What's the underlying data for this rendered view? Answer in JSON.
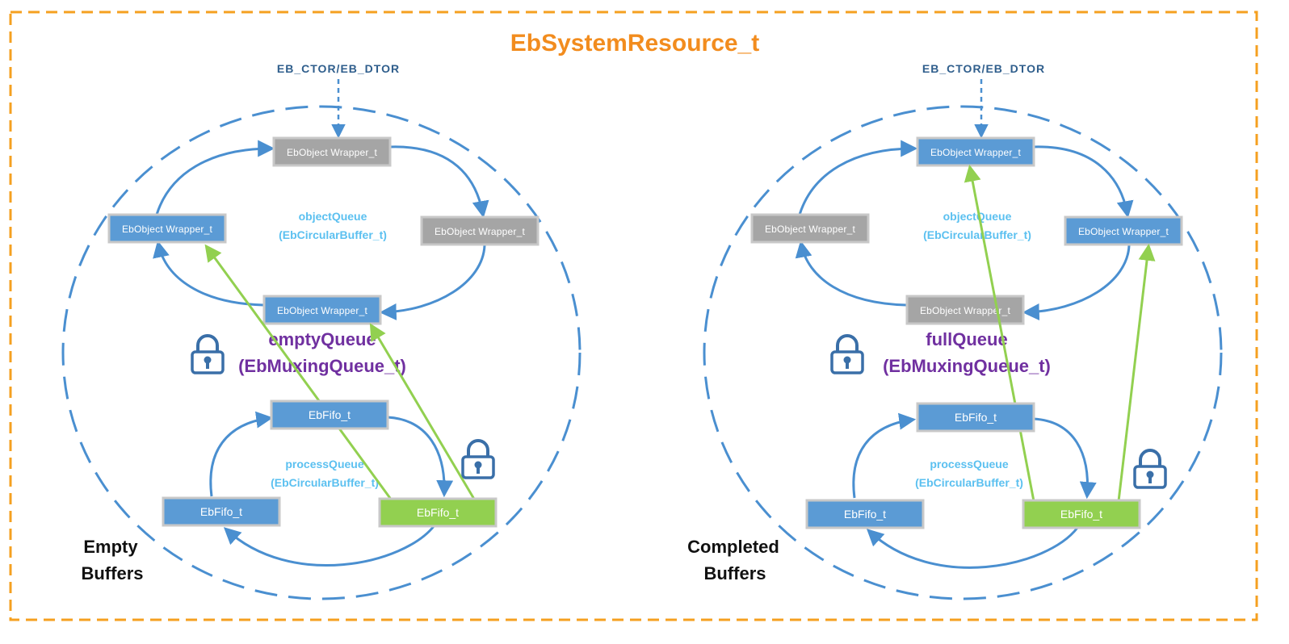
{
  "title": "EbSystemResource_t",
  "colors": {
    "frame": "#f5a020",
    "title": "#f28c1e",
    "circle": "#4a8fd0",
    "blue_box": "#5b9bd5",
    "gray_box": "#a5a5a5",
    "green_box": "#92d050",
    "box_border": "#c8c8c8",
    "arrow_blue": "#4a8fd0",
    "arrow_green": "#92d050",
    "purple": "#7030a0",
    "light_blue_text": "#5bc0f0",
    "ctor_text": "#2f5e8c",
    "lock": "#3a6fa8"
  },
  "icons": [
    "lock-icon"
  ],
  "left": {
    "ctor_label": "EB_CTOR/EB_DTOR",
    "object_queue": {
      "label_line1": "objectQueue",
      "label_line2": "(EbCircularBuffer_t)",
      "boxes": [
        {
          "text": "EbObject Wrapper_t",
          "state": "gray"
        },
        {
          "text": "EbObject Wrapper_t",
          "state": "blue"
        },
        {
          "text": "EbObject Wrapper_t",
          "state": "gray"
        },
        {
          "text": "EbObject Wrapper_t",
          "state": "blue"
        }
      ]
    },
    "queue_name_line1": "emptyQueue",
    "queue_name_line2": "(EbMuxingQueue_t)",
    "process_queue": {
      "label_line1": "processQueue",
      "label_line2": "(EbCircularBuffer_t)",
      "boxes": [
        {
          "text": "EbFifo_t",
          "state": "blue"
        },
        {
          "text": "EbFifo_t",
          "state": "blue"
        },
        {
          "text": "EbFifo_t",
          "state": "green"
        }
      ]
    },
    "buffers_line1": "Empty",
    "buffers_line2": "Buffers"
  },
  "right": {
    "ctor_label": "EB_CTOR/EB_DTOR",
    "object_queue": {
      "label_line1": "objectQueue",
      "label_line2": "(EbCircularBuffer_t)",
      "boxes": [
        {
          "text": "EbObject Wrapper_t",
          "state": "blue"
        },
        {
          "text": "EbObject Wrapper_t",
          "state": "gray"
        },
        {
          "text": "EbObject Wrapper_t",
          "state": "blue"
        },
        {
          "text": "EbObject Wrapper_t",
          "state": "gray"
        }
      ]
    },
    "queue_name_line1": "fullQueue",
    "queue_name_line2": "(EbMuxingQueue_t)",
    "process_queue": {
      "label_line1": "processQueue",
      "label_line2": "(EbCircularBuffer_t)",
      "boxes": [
        {
          "text": "EbFifo_t",
          "state": "blue"
        },
        {
          "text": "EbFifo_t",
          "state": "blue"
        },
        {
          "text": "EbFifo_t",
          "state": "green"
        }
      ]
    },
    "buffers_line1": "Completed",
    "buffers_line2": "Buffers"
  }
}
